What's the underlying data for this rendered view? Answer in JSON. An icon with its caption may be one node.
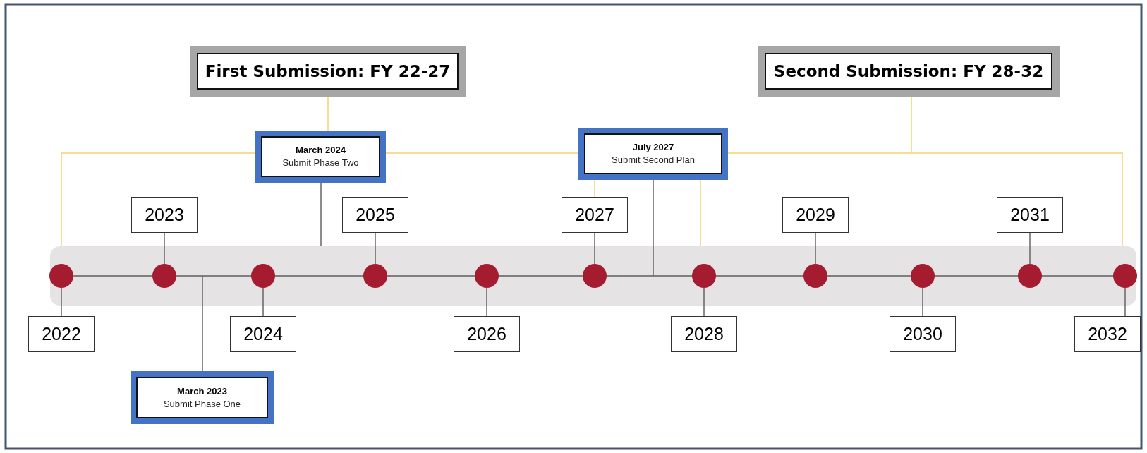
{
  "diagram": {
    "nodes": [
      {
        "text": [
          "First Submission: FY 22-27"
        ]
      },
      {
        "text": [
          "Second Submission: FY 28-32"
        ]
      },
      {
        "text": [
          "March 2024",
          "Submit Phase Two"
        ]
      },
      {
        "text": [
          "July 2027",
          "Submit Second Plan"
        ]
      },
      {
        "text": [
          "2022"
        ]
      },
      {
        "text": [
          "2023"
        ]
      },
      {
        "text": [
          "2024"
        ]
      },
      {
        "text": [
          "2025"
        ]
      },
      {
        "text": [
          "2026"
        ]
      },
      {
        "text": [
          "2027"
        ]
      },
      {
        "text": [
          "2028"
        ]
      },
      {
        "text": [
          "2029"
        ]
      },
      {
        "text": [
          "2030"
        ]
      },
      {
        "text": [
          "2031"
        ]
      },
      {
        "text": [
          "2032"
        ]
      },
      {
        "text": [],
        "shape": "circle"
      },
      {
        "text": [],
        "shape": "circle"
      },
      {
        "text": [],
        "shape": "circle"
      },
      {
        "text": [],
        "shape": "circle"
      },
      {
        "text": [],
        "shape": "circle"
      },
      {
        "text": [],
        "shape": "circle"
      },
      {
        "text": [],
        "shape": "circle"
      },
      {
        "text": [],
        "shape": "circle"
      },
      {
        "text": [],
        "shape": "circle"
      },
      {
        "text": [],
        "shape": "circle"
      },
      {
        "text": [],
        "shape": "circle"
      },
      {
        "text": [
          "March 2023",
          "Submit Phase One"
        ]
      }
    ],
    "edges": [
      {
        "from": 4,
        "to": 15,
        "arrow": "none"
      },
      {
        "from": 5,
        "to": 16,
        "arrow": "none"
      },
      {
        "from": 6,
        "to": 17,
        "arrow": "none"
      },
      {
        "from": 7,
        "to": 18,
        "arrow": "none"
      },
      {
        "from": 8,
        "to": 19,
        "arrow": "none"
      },
      {
        "from": 9,
        "to": 20,
        "arrow": "none"
      },
      {
        "from": 10,
        "to": 21,
        "arrow": "none"
      },
      {
        "from": 11,
        "to": 22,
        "arrow": "none"
      },
      {
        "from": 12,
        "to": 23,
        "arrow": "none"
      },
      {
        "from": 13,
        "to": 24,
        "arrow": "none"
      },
      {
        "from": 14,
        "to": 25,
        "arrow": "none"
      },
      {
        "from": 2,
        "to": null,
        "arrow": "none"
      },
      {
        "from": 3,
        "to": null,
        "arrow": "none"
      },
      {
        "from": 26,
        "to": null,
        "arrow": "none"
      }
    ]
  }
}
